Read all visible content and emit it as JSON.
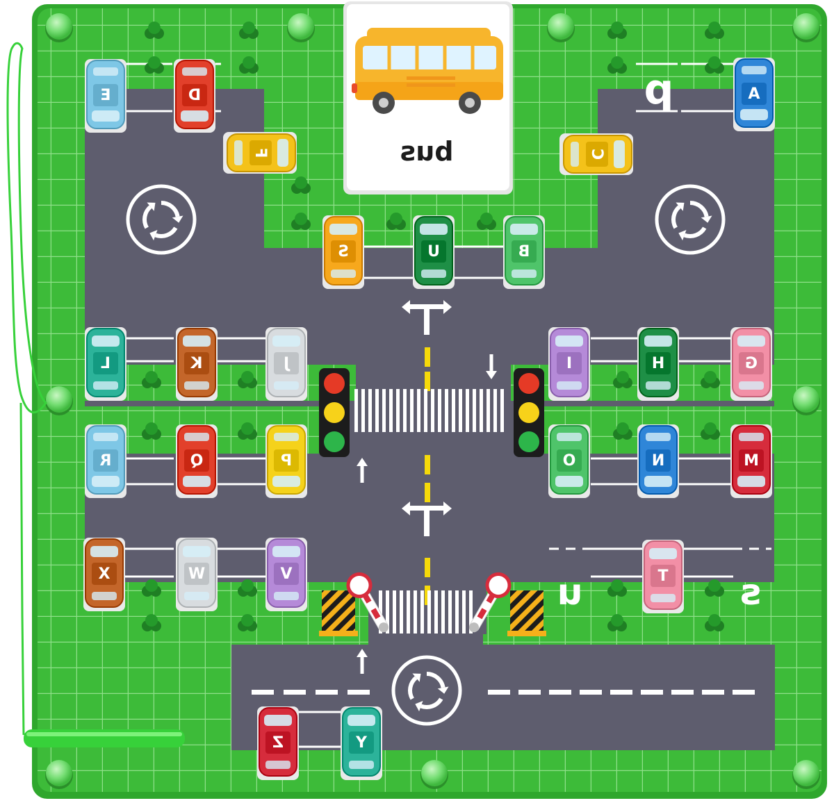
{
  "picture_card": {
    "word": "bus",
    "vehicle_icon": "school-bus-icon",
    "bus_color": "#f7b52c"
  },
  "colors": {
    "board_green": "#3dbb39",
    "road_gray": "#5e5d6e",
    "grid_line": "#8fe08a",
    "lane_yellow": "#f5d90a",
    "peg_green": "#7be27a"
  },
  "cars": [
    {
      "letter": "A",
      "color": "#2f86d8",
      "dir": "down"
    },
    {
      "letter": "B",
      "color": "#4fc46a",
      "dir": "up"
    },
    {
      "letter": "C",
      "color": "#f4c21a",
      "dir": "left"
    },
    {
      "letter": "D",
      "color": "#e2402b",
      "dir": "down"
    },
    {
      "letter": "E",
      "color": "#7ec7e6",
      "dir": "down"
    },
    {
      "letter": "F",
      "color": "#f4c21a",
      "dir": "right"
    },
    {
      "letter": "G",
      "color": "#f28fa6",
      "dir": "up"
    },
    {
      "letter": "H",
      "color": "#1e8f46",
      "dir": "up"
    },
    {
      "letter": "I",
      "color": "#b58ad8",
      "dir": "up"
    },
    {
      "letter": "J",
      "color": "#d8dcdf",
      "dir": "up"
    },
    {
      "letter": "K",
      "color": "#c4662a",
      "dir": "up"
    },
    {
      "letter": "L",
      "color": "#2cb39a",
      "dir": "up"
    },
    {
      "letter": "M",
      "color": "#d62c3c",
      "dir": "down"
    },
    {
      "letter": "N",
      "color": "#2f86d8",
      "dir": "down"
    },
    {
      "letter": "O",
      "color": "#4fc46a",
      "dir": "down"
    },
    {
      "letter": "P",
      "color": "#f5d21b",
      "dir": "down"
    },
    {
      "letter": "Q",
      "color": "#e2402b",
      "dir": "down"
    },
    {
      "letter": "R",
      "color": "#7ec7e6",
      "dir": "down"
    },
    {
      "letter": "S",
      "color": "#f7a81c",
      "dir": "up"
    },
    {
      "letter": "T",
      "color": "#f28fa6",
      "dir": "up"
    },
    {
      "letter": "U",
      "color": "#1e8f46",
      "dir": "up"
    },
    {
      "letter": "V",
      "color": "#b58ad8",
      "dir": "up"
    },
    {
      "letter": "W",
      "color": "#d8dcdf",
      "dir": "up"
    },
    {
      "letter": "X",
      "color": "#c4662a",
      "dir": "up"
    },
    {
      "letter": "Y",
      "color": "#2cb39a",
      "dir": "up"
    },
    {
      "letter": "Z",
      "color": "#d62c3c",
      "dir": "up"
    }
  ],
  "empty_slots": [
    "p",
    "u",
    "s"
  ],
  "roundabout_icon": "roundabout-icon",
  "traffic_light_icon": "traffic-light-icon",
  "barrier_icon": "barrier-gate-icon",
  "arrow_icons": [
    "straight-left-right-arrow-icon",
    "up-arrow-icon",
    "down-arrow-icon"
  ],
  "stylus": {
    "name": "magnetic-pen",
    "color": "#37d13a"
  }
}
